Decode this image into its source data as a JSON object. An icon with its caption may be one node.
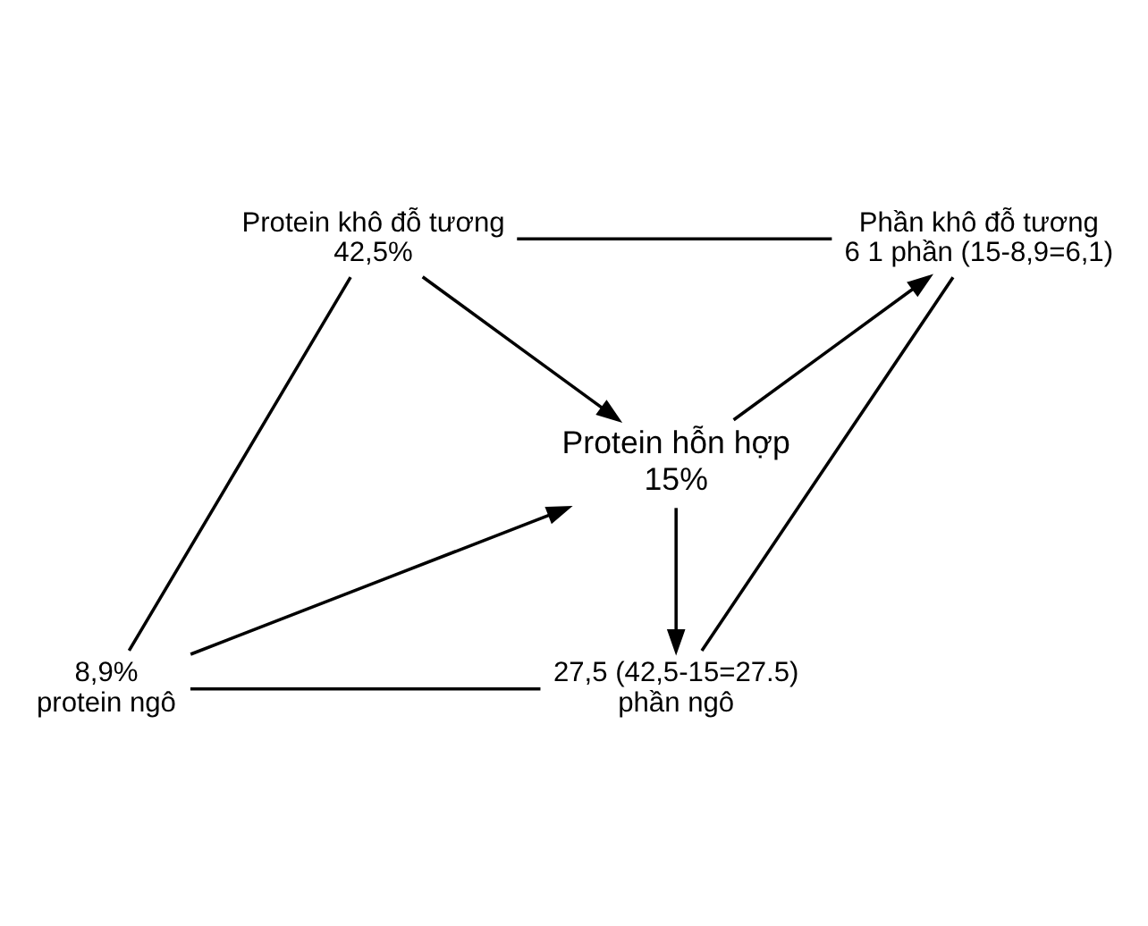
{
  "diagram": {
    "nodes": [
      {
        "text": [
          "Protein khô đỗ tương",
          "42,5%"
        ]
      },
      {
        "text": [
          "Phần khô đỗ tương",
          "6 1 phần (15-8,9=6,1)"
        ]
      },
      {
        "text": [
          "Protein hỗn hợp",
          "15%"
        ]
      },
      {
        "text": [
          "8,9%",
          "protein ngô"
        ]
      },
      {
        "text": [
          "27,5 (42,5-15=27.5)",
          "phần ngô"
        ]
      }
    ],
    "edges": [
      {
        "from": 0,
        "to": 2,
        "arrow": "to"
      },
      {
        "from": 2,
        "to": 1,
        "arrow": "to"
      },
      {
        "from": 3,
        "to": 2,
        "arrow": "to"
      },
      {
        "from": 2,
        "to": 4,
        "arrow": "to"
      },
      {
        "from": 0,
        "to": 1,
        "arrow": "none"
      },
      {
        "from": 1,
        "to": 4,
        "arrow": "none"
      },
      {
        "from": 0,
        "to": 3,
        "arrow": "none"
      },
      {
        "from": 3,
        "to": 4,
        "arrow": "none"
      }
    ]
  }
}
